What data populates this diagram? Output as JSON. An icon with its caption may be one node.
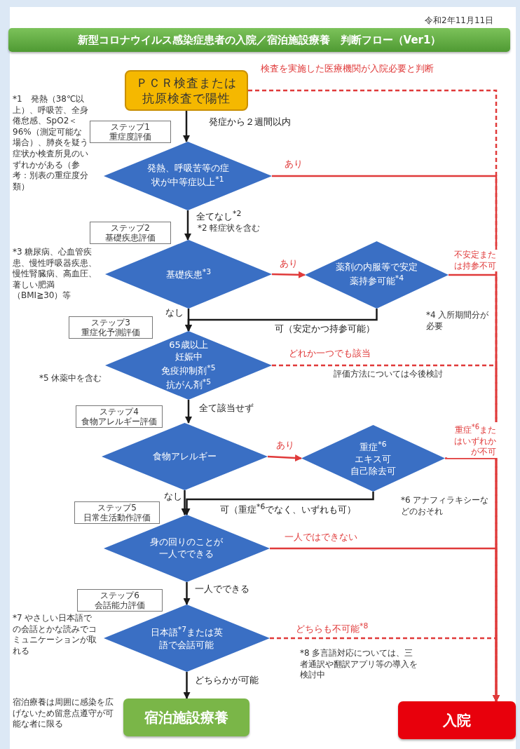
{
  "diagram": {
    "title": "新型コロナウイルス感染症患者の入院／宿泊施設療養　判断フロー（Ver1）",
    "nodes": [
      {
        "text": [
          "ＰＣＲ検査または抗原検査で陽性"
        ]
      },
      {
        "text": [
          "ステップ1",
          "重症度評価"
        ]
      },
      {
        "text": [
          "発熱、呼吸苦等の症状が中等症以上$^{*1}$"
        ]
      },
      {
        "text": [
          "ステップ2",
          "基礎疾患評価"
        ]
      },
      {
        "text": [
          "基礎疾患$^{*3}$"
        ]
      },
      {
        "text": [
          "薬剤の内服等で安定薬持参可能$^{*4}$"
        ]
      },
      {
        "text": [
          "ステップ3",
          "重症化予測評価"
        ]
      },
      {
        "text": [
          "65歳以上",
          "妊娠中",
          "免疫抑制剤$^{*5}$",
          "抗がん剤$^{*5}$"
        ],
        "beside": [
          "*5 休薬中を含む"
        ]
      },
      {
        "text": [
          "ステップ4",
          "食物アレルギー評価"
        ]
      },
      {
        "text": [
          "食物アレルギー"
        ]
      },
      {
        "text": [
          "重症$^{*6}$",
          "エキス可",
          "自己除去可"
        ]
      },
      {
        "text": [
          "ステップ5",
          "日常生活動作評価"
        ]
      },
      {
        "text": [
          "身の回りのことが一人でできる"
        ]
      },
      {
        "text": [
          "ステップ6",
          "会話能力評価"
        ]
      },
      {
        "text": [
          "日本語$^{*7}$または英語で会話可能"
        ]
      },
      {
        "text": [
          "宿泊施設療養"
        ]
      },
      {
        "text": [
          "入院"
        ]
      }
    ],
    "edges": [
      {
        "from": 0,
        "to": 16,
        "arrow": "to",
        "label": "検査を実施した医療機関が入院必要と判断",
        "style": "dashed",
        "color": "#e03a3a"
      },
      {
        "from": 0,
        "to": 2,
        "arrow": "to",
        "label": "発症から２週間以内",
        "color": "#1a1a1a"
      },
      {
        "from": 2,
        "to": 16,
        "arrow": "to",
        "label": "あり",
        "color": "#e03a3a"
      },
      {
        "from": 2,
        "to": 4,
        "arrow": "to",
        "label": "全てなし$^{*2}$",
        "color": "#1a1a1a"
      },
      {
        "from": 4,
        "to": 5,
        "arrow": "to",
        "label": "あり",
        "color": "#e03a3a"
      },
      {
        "from": 5,
        "to": 16,
        "arrow": "to",
        "label": "不安定または持参不可",
        "color": "#e03a3a"
      },
      {
        "from": 5,
        "to": 7,
        "arrow": "to",
        "label": "可（安定かつ持参可能）",
        "color": "#1a1a1a"
      },
      {
        "from": 4,
        "to": 7,
        "arrow": "to",
        "label": "なし",
        "color": "#1a1a1a"
      },
      {
        "from": 7,
        "to": 16,
        "arrow": "to",
        "label": "どれか一つでも該当",
        "style": "dashed",
        "color": "#e03a3a"
      },
      {
        "from": 7,
        "to": 9,
        "arrow": "to",
        "label": "全て該当せず",
        "color": "#1a1a1a"
      },
      {
        "from": 9,
        "to": 10,
        "arrow": "to",
        "label": "あり",
        "color": "#e03a3a"
      },
      {
        "from": 10,
        "to": 16,
        "arrow": "to",
        "label": "重症$^{*6}$またはいずれかが不可",
        "color": "#e03a3a"
      },
      {
        "from": 10,
        "to": 12,
        "arrow": "to",
        "label": "可（重症$^{*6}$でなく、いずれも可）",
        "color": "#1a1a1a"
      },
      {
        "from": 9,
        "to": 12,
        "arrow": "to",
        "label": "なし",
        "color": "#1a1a1a"
      },
      {
        "from": 12,
        "to": 16,
        "arrow": "to",
        "label": "一人ではできない",
        "color": "#e03a3a"
      },
      {
        "from": 12,
        "to": 14,
        "arrow": "to",
        "label": "一人でできる",
        "color": "#1a1a1a"
      },
      {
        "from": 14,
        "to": 16,
        "arrow": "to",
        "label": "どちらも不可能$^{*8}$",
        "style": "dashed",
        "color": "#e03a3a"
      },
      {
        "from": 14,
        "to": 15,
        "arrow": "to",
        "label": "どちらかが可能",
        "color": "#1a1a1a"
      }
    ],
    "labels": [
      "令和2年11月11日",
      "*1　発熱（38℃以上）、呼吸苦、全身倦怠感、SpO2＜96%（測定可能な場合）、肺炎を疑う症状か検査所見のいずれかがある（参考：別表の重症度分類）",
      "*2 軽症状を含む",
      "*3 糖尿病、心血管疾患、慢性呼吸器疾患、慢性腎臓病、高血圧、著しい肥満（BMI≧30）等",
      "*4 入所期間分が必要",
      "評価方法については今後検討",
      "*6 アナフィラキシーなどのおそれ",
      "*7 やさしい日本語での会話とかな読みでコミュニケーションが取れる",
      "*8 多言語対応については、三者通訳や翻訳アプリ等の導入を検討中",
      "宿泊療養は周囲に感染を広げないため留意点遵守が可能な者に限る"
    ]
  }
}
